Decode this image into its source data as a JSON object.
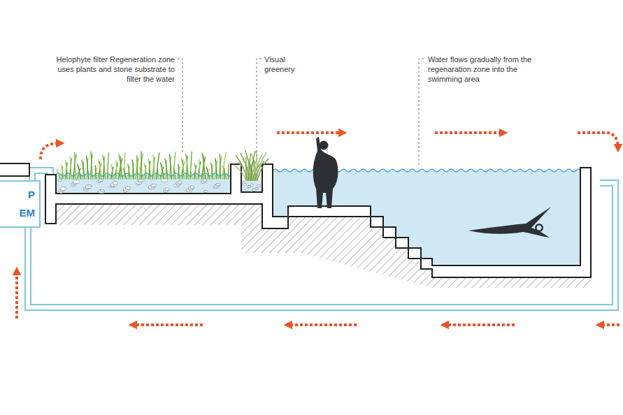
{
  "diagram": {
    "nodes": [
      {
        "text": [
          "P EM"
        ]
      }
    ],
    "labels": [
      "Helophyte filter Regeneration zone uses plants and stone substrate to filter the water",
      "Visual greenery",
      "Water flows gradually from the regenaration zone into the swimming area"
    ]
  }
}
